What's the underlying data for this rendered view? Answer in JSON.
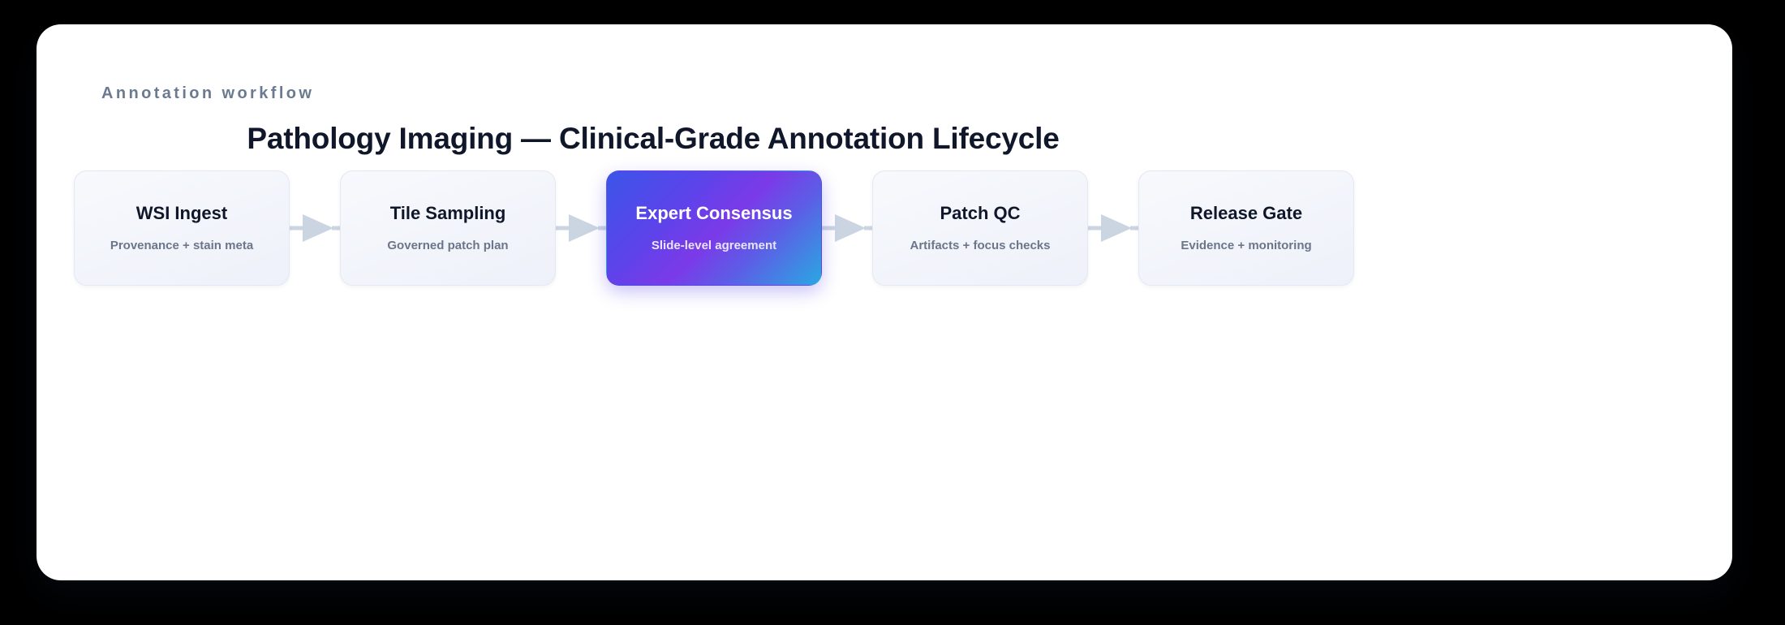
{
  "header": {
    "eyebrow": "Annotation workflow",
    "title": "Pathology Imaging — Clinical-Grade Annotation Lifecycle"
  },
  "colors": {
    "page_background": "#000000",
    "panel_background": "#ffffff",
    "node_idle_background": "#f4f7fc",
    "node_idle_border": "#e3e8f2",
    "node_title": "#10172a",
    "node_subtitle": "#6b7689",
    "eyebrow": "#6b7a90",
    "arrow": "#cbd5e1",
    "active_gradient_start": "#3b55e8",
    "active_gradient_mid": "#7b3ae8",
    "active_gradient_end": "#2aa8e2"
  },
  "flow": {
    "arrow_icon": "arrow-right-icon",
    "steps": [
      {
        "id": "wsi-ingest",
        "title": "WSI Ingest",
        "subtitle": "Provenance + stain meta",
        "state": "idle"
      },
      {
        "id": "tile-sampling",
        "title": "Tile Sampling",
        "subtitle": "Governed patch plan",
        "state": "idle"
      },
      {
        "id": "expert-consensus",
        "title": "Expert Consensus",
        "subtitle": "Slide-level agreement",
        "state": "active"
      },
      {
        "id": "patch-qc",
        "title": "Patch QC",
        "subtitle": "Artifacts + focus checks",
        "state": "idle"
      },
      {
        "id": "release-gate",
        "title": "Release Gate",
        "subtitle": "Evidence + monitoring",
        "state": "idle"
      }
    ]
  }
}
